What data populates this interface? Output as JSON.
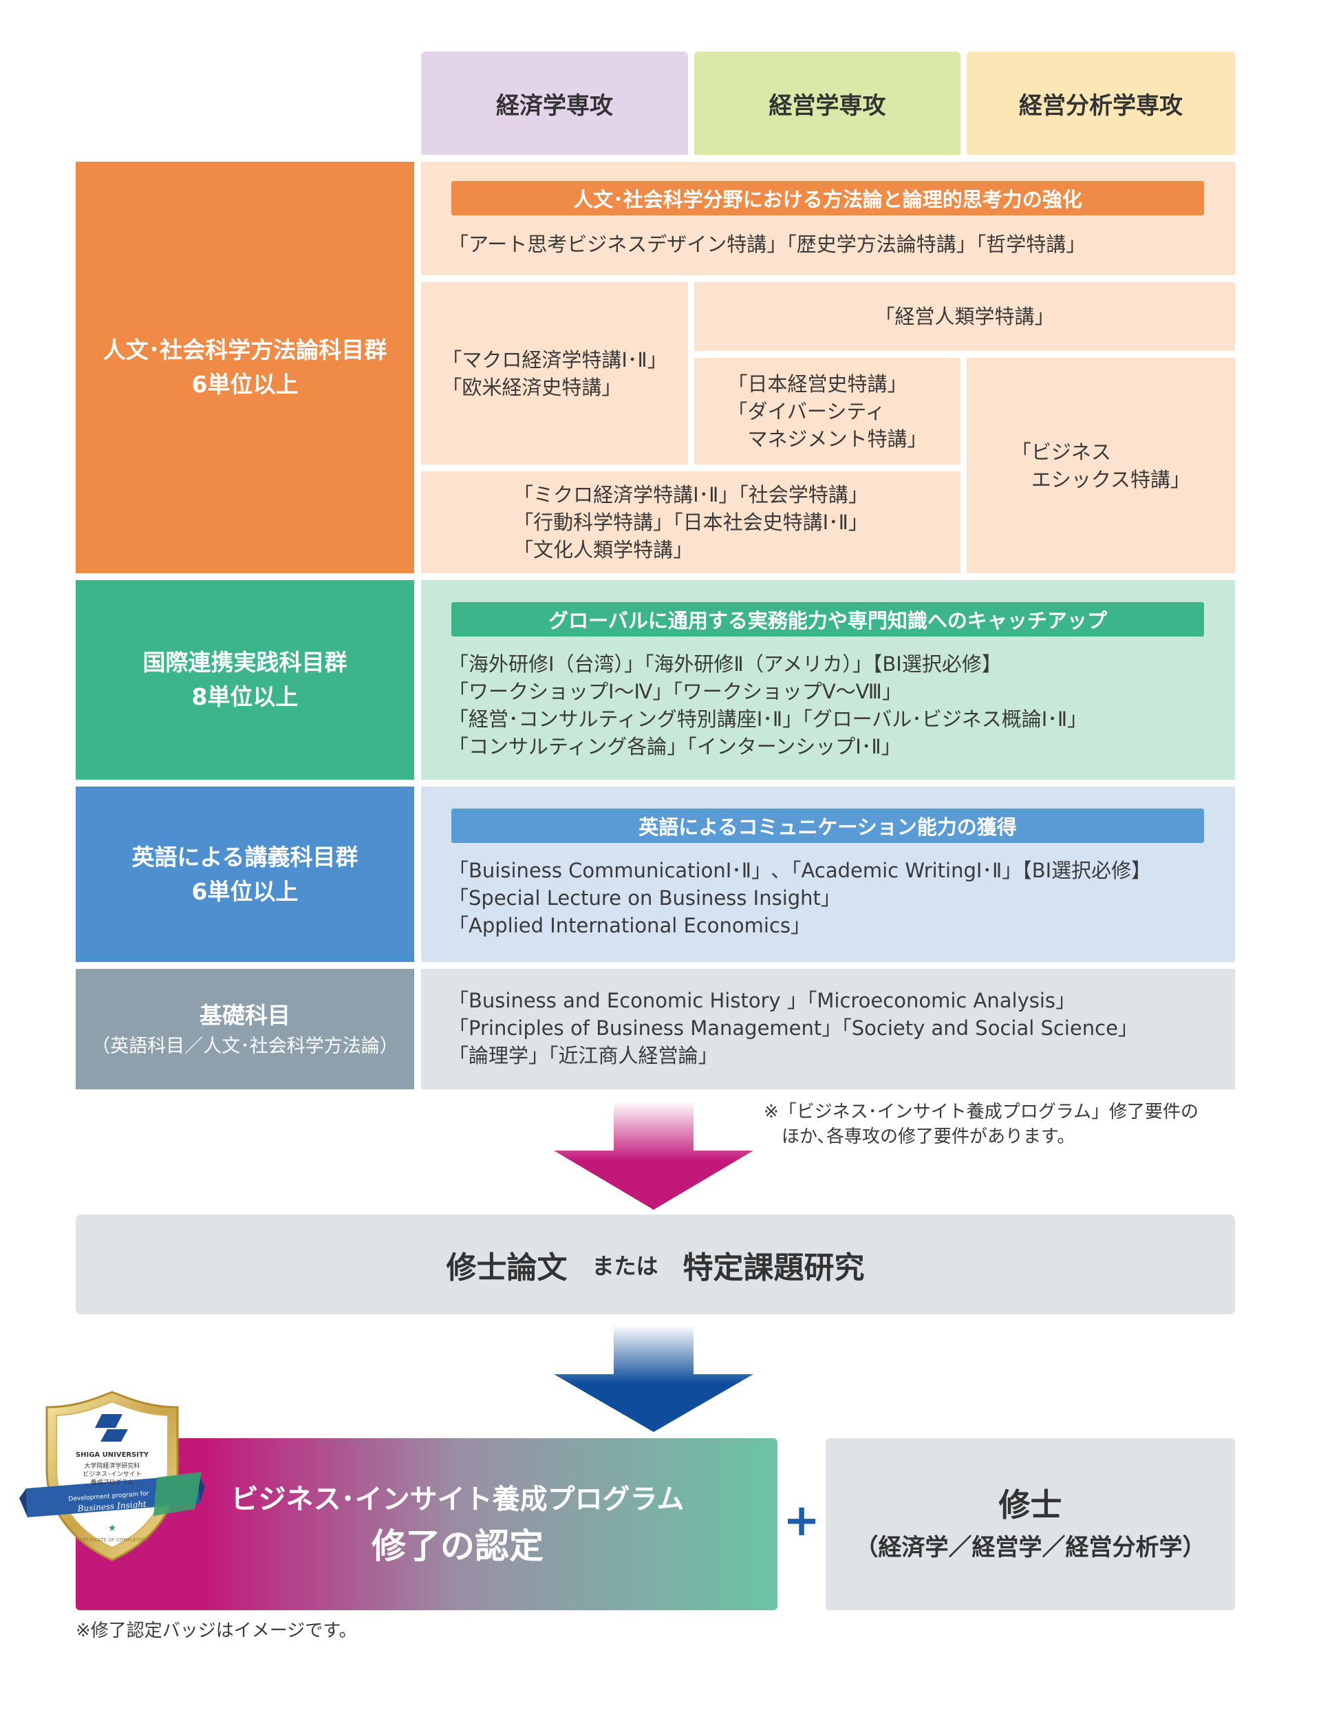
{
  "majors": {
    "economics": "経済学専攻",
    "management": "経営学専攻",
    "analytics": "経営分析学専攻"
  },
  "groups": {
    "humanities": {
      "title": "人文･社会科学方法論科目群",
      "credits": "6単位以上",
      "banner": "人文･社会科学分野における方法論と論理的思考力の強化",
      "common": "「アート思考ビジネスデザイン特講」「歴史学方法論特講」「哲学特講」",
      "econ_lines": [
        "「マクロ経済学特講Ⅰ･Ⅱ」",
        "「欧米経済史特講」"
      ],
      "mgmt_analytics": "「経営人類学特講」",
      "mgmt_lines": [
        "「日本経営史特講」",
        "「ダイバーシティ",
        "　マネジメント特講」"
      ],
      "analytics_lines": [
        "「ビジネス",
        "　エシックス特講」"
      ],
      "econ_mgmt_lines": [
        "「ミクロ経済学特講Ⅰ･Ⅱ」「社会学特講」",
        "「行動科学特講」「日本社会史特講Ⅰ･Ⅱ」",
        "「文化人類学特講」"
      ]
    },
    "international": {
      "title": "国際連携実践科目群",
      "credits": "8単位以上",
      "banner": "グローバルに通用する実務能力や専門知識へのキャッチアップ",
      "lines": [
        "「海外研修Ⅰ（台湾）」「海外研修Ⅱ（アメリカ）」【BI選択必修】",
        "「ワークショップⅠ～Ⅳ」「ワークショップⅤ～Ⅷ」",
        "「経営･コンサルティング特別講座Ⅰ･Ⅱ」「グローバル･ビジネス概論Ⅰ･Ⅱ」",
        "「コンサルティング各論」「インターンシップⅠ･Ⅱ」"
      ]
    },
    "english": {
      "title": "英語による講義科目群",
      "credits": "6単位以上",
      "banner": "英語によるコミュニケーション能力の獲得",
      "lines": [
        "「Buisiness CommunicationⅠ･Ⅱ」､「Academic WritingⅠ･Ⅱ」【BI選択必修】",
        "「Special Lecture on Business Insight」",
        "「Applied International Economics」"
      ]
    },
    "basic": {
      "title": "基礎科目",
      "subtitle": "（英語科目／人文･社会科学方法論）",
      "lines": [
        "「Business and Economic History 」「Microeconomic Analysis」",
        "「Principles of Business Management」「Society and Social Science」",
        "「論理学」「近江商人経営論」"
      ]
    }
  },
  "note_requirements": [
    "※「ビジネス･インサイト養成プログラム」修了要件の",
    "　ほか､各専攻の修了要件があります。"
  ],
  "thesis": {
    "a": "修士論文",
    "or": "または",
    "b": "特定課題研究"
  },
  "certification": {
    "line1": "ビジネス･インサイト養成プログラム",
    "line2": "修了の認定"
  },
  "plus": "+",
  "degree": {
    "title": "修士",
    "subtitle": "（経済学／経営学／経営分析学）"
  },
  "badge": {
    "university": "SHIGA UNIVERSITY",
    "line1": "大学院経済学研究科",
    "line2": "ビジネス･インサイト",
    "line3": "養成プログラム",
    "ribbon1": "Development program for",
    "ribbon2": "Business Insight",
    "arc": "CERTIFICATE OF COMPLETION"
  },
  "note_badge": "※修了認定バッジはイメージです。",
  "colors": {
    "economics": "#e3d4ea",
    "management": "#dbe9a8",
    "analytics": "#fde6b6",
    "humanities": "#ef8b47",
    "humanities_bg": "#fde3cd",
    "humanities_banner": "#ef8b47",
    "international": "#3db58b",
    "international_bg": "#c8e8d8",
    "english": "#4d8fcf",
    "english_bg": "#d5e2f1",
    "english_banner": "#5a9bd6",
    "basic": "#8da0ab",
    "basic_bg": "#dde3e7",
    "arrow1": "#c2187a",
    "arrow2": "#0f4c9c"
  }
}
